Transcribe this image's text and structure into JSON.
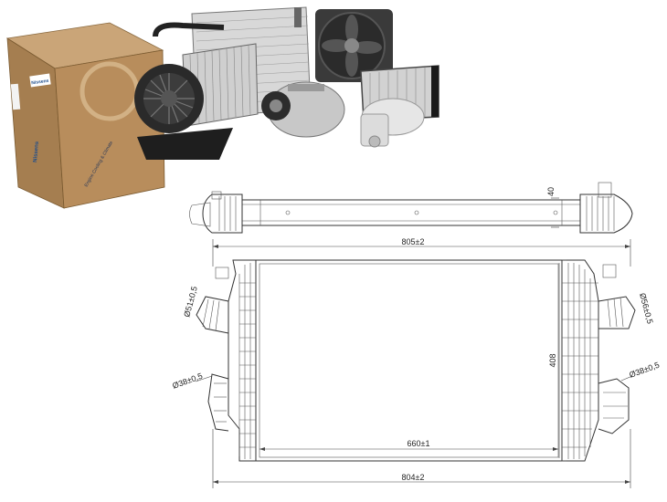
{
  "box": {
    "brand_label": "Nissens",
    "side_label": "Nissens",
    "tagline": "Engine Cooling & Climate"
  },
  "drawing": {
    "top_view": {
      "height_label": "40",
      "length_label": "805±2"
    },
    "front_view": {
      "core_height_label": "408",
      "core_width_label": "660±1",
      "overall_width_label": "804±2",
      "outlet_upper_label": "Ø51±0,5",
      "outlet_lower_label": "Ø38±0,5",
      "inlet_upper_label": "Ø56±0,5",
      "inlet_lower_label": "Ø38±0,5"
    }
  }
}
